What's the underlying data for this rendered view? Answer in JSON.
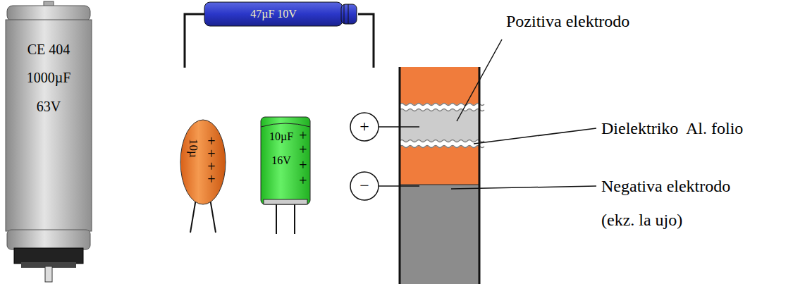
{
  "diagram": {
    "nodes": [
      {
        "text": [
          "CE 404",
          "1000µF",
          "63V"
        ]
      },
      {
        "text": [
          "47µF 10V"
        ]
      },
      {
        "text": [
          "10µ",
          "+",
          "+",
          "+",
          "+"
        ]
      },
      {
        "text": [
          "10µF",
          "16V",
          "+",
          "+",
          "+",
          "+"
        ]
      },
      {
        "text": [
          "+"
        ]
      },
      {
        "text": [
          "−"
        ]
      }
    ],
    "labels": [
      "Pozitiva elektrodo",
      "Dielektriko  Al. folio",
      "Negativa elektrodo",
      "(ekz. la ujo)"
    ]
  }
}
